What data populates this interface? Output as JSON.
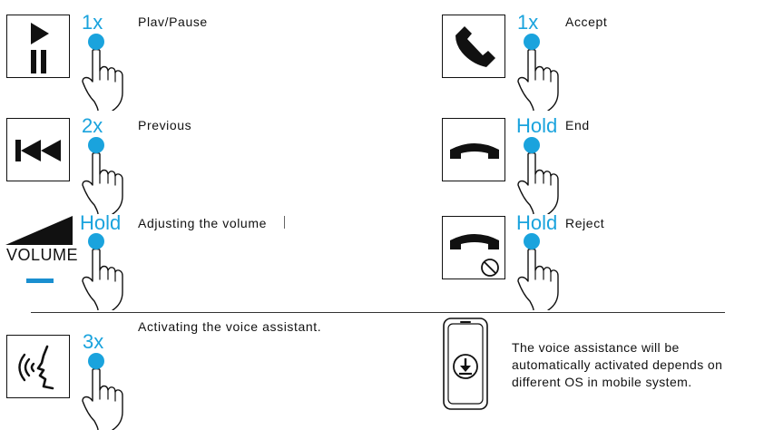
{
  "icons": {
    "play_pause": "play-pause-icon",
    "previous": "previous-track-icon",
    "volume": "volume-ramp-icon",
    "voice": "voice-assistant-icon",
    "accept": "phone-accept-icon",
    "end": "phone-end-icon",
    "reject": "phone-reject-icon",
    "phone": "smartphone-download-icon",
    "hand": "hand-tap-icon"
  },
  "colors": {
    "accent": "#1aa3dd",
    "ink": "#111111"
  },
  "rows": [
    {
      "key": "play",
      "tap": "1x",
      "label": "Plav/Pause"
    },
    {
      "key": "previous",
      "tap": "2x",
      "label": "Previous"
    },
    {
      "key": "volume",
      "tap": "Hold",
      "label": "Adjusting  the  volume",
      "icon_text": "VOLUME"
    },
    {
      "key": "accept",
      "tap": "1x",
      "label": "Accept"
    },
    {
      "key": "end",
      "tap": "Hold",
      "label": "End"
    },
    {
      "key": "reject",
      "tap": "Hold",
      "label": "Reject"
    },
    {
      "key": "voice",
      "tap": "3x",
      "label": "Activating the voice assistant."
    }
  ],
  "note": "The voice assistance will be automatically activated depends on different OS in mobile system."
}
